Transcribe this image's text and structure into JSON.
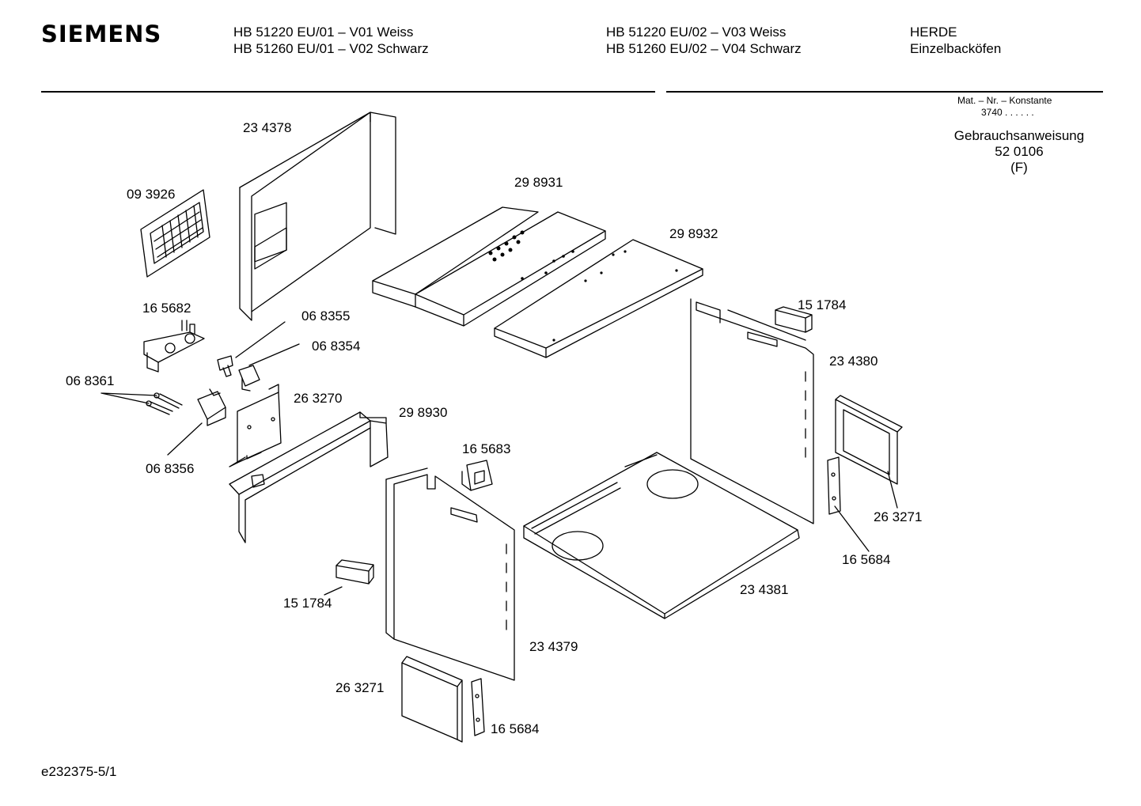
{
  "header": {
    "brand": "SIEMENS",
    "models_left": [
      "HB 51220 EU/01 – V01 Weiss",
      "HB 51260 EU/01 – V02 Schwarz"
    ],
    "models_right": [
      "HB 51220 EU/02 – V03 Weiss",
      "HB 51260 EU/02 – V04 Schwarz"
    ],
    "category": [
      "HERDE",
      "Einzelbacköfen"
    ]
  },
  "info": {
    "mat_label": "Mat. – Nr. – Konstante",
    "mat_value": "3740 .  .  .  .  .  .",
    "manual_label": "Gebrauchsanweisung",
    "manual_number": "52 0106",
    "manual_code": "(F)"
  },
  "parts": [
    "23 4378",
    "09 3926",
    "29 8931",
    "29 8932",
    "16 5682",
    "06 8355",
    "06 8354",
    "06 8361",
    "26 3270",
    "29 8930",
    "06 8356",
    "16 5683",
    "15 1784",
    "23 4380",
    "26 3271",
    "16 5684",
    "23 4381",
    "15 1784",
    "23 4379",
    "26 3271",
    "16 5684"
  ],
  "footer": {
    "drawing_id": "e232375-5/1"
  }
}
